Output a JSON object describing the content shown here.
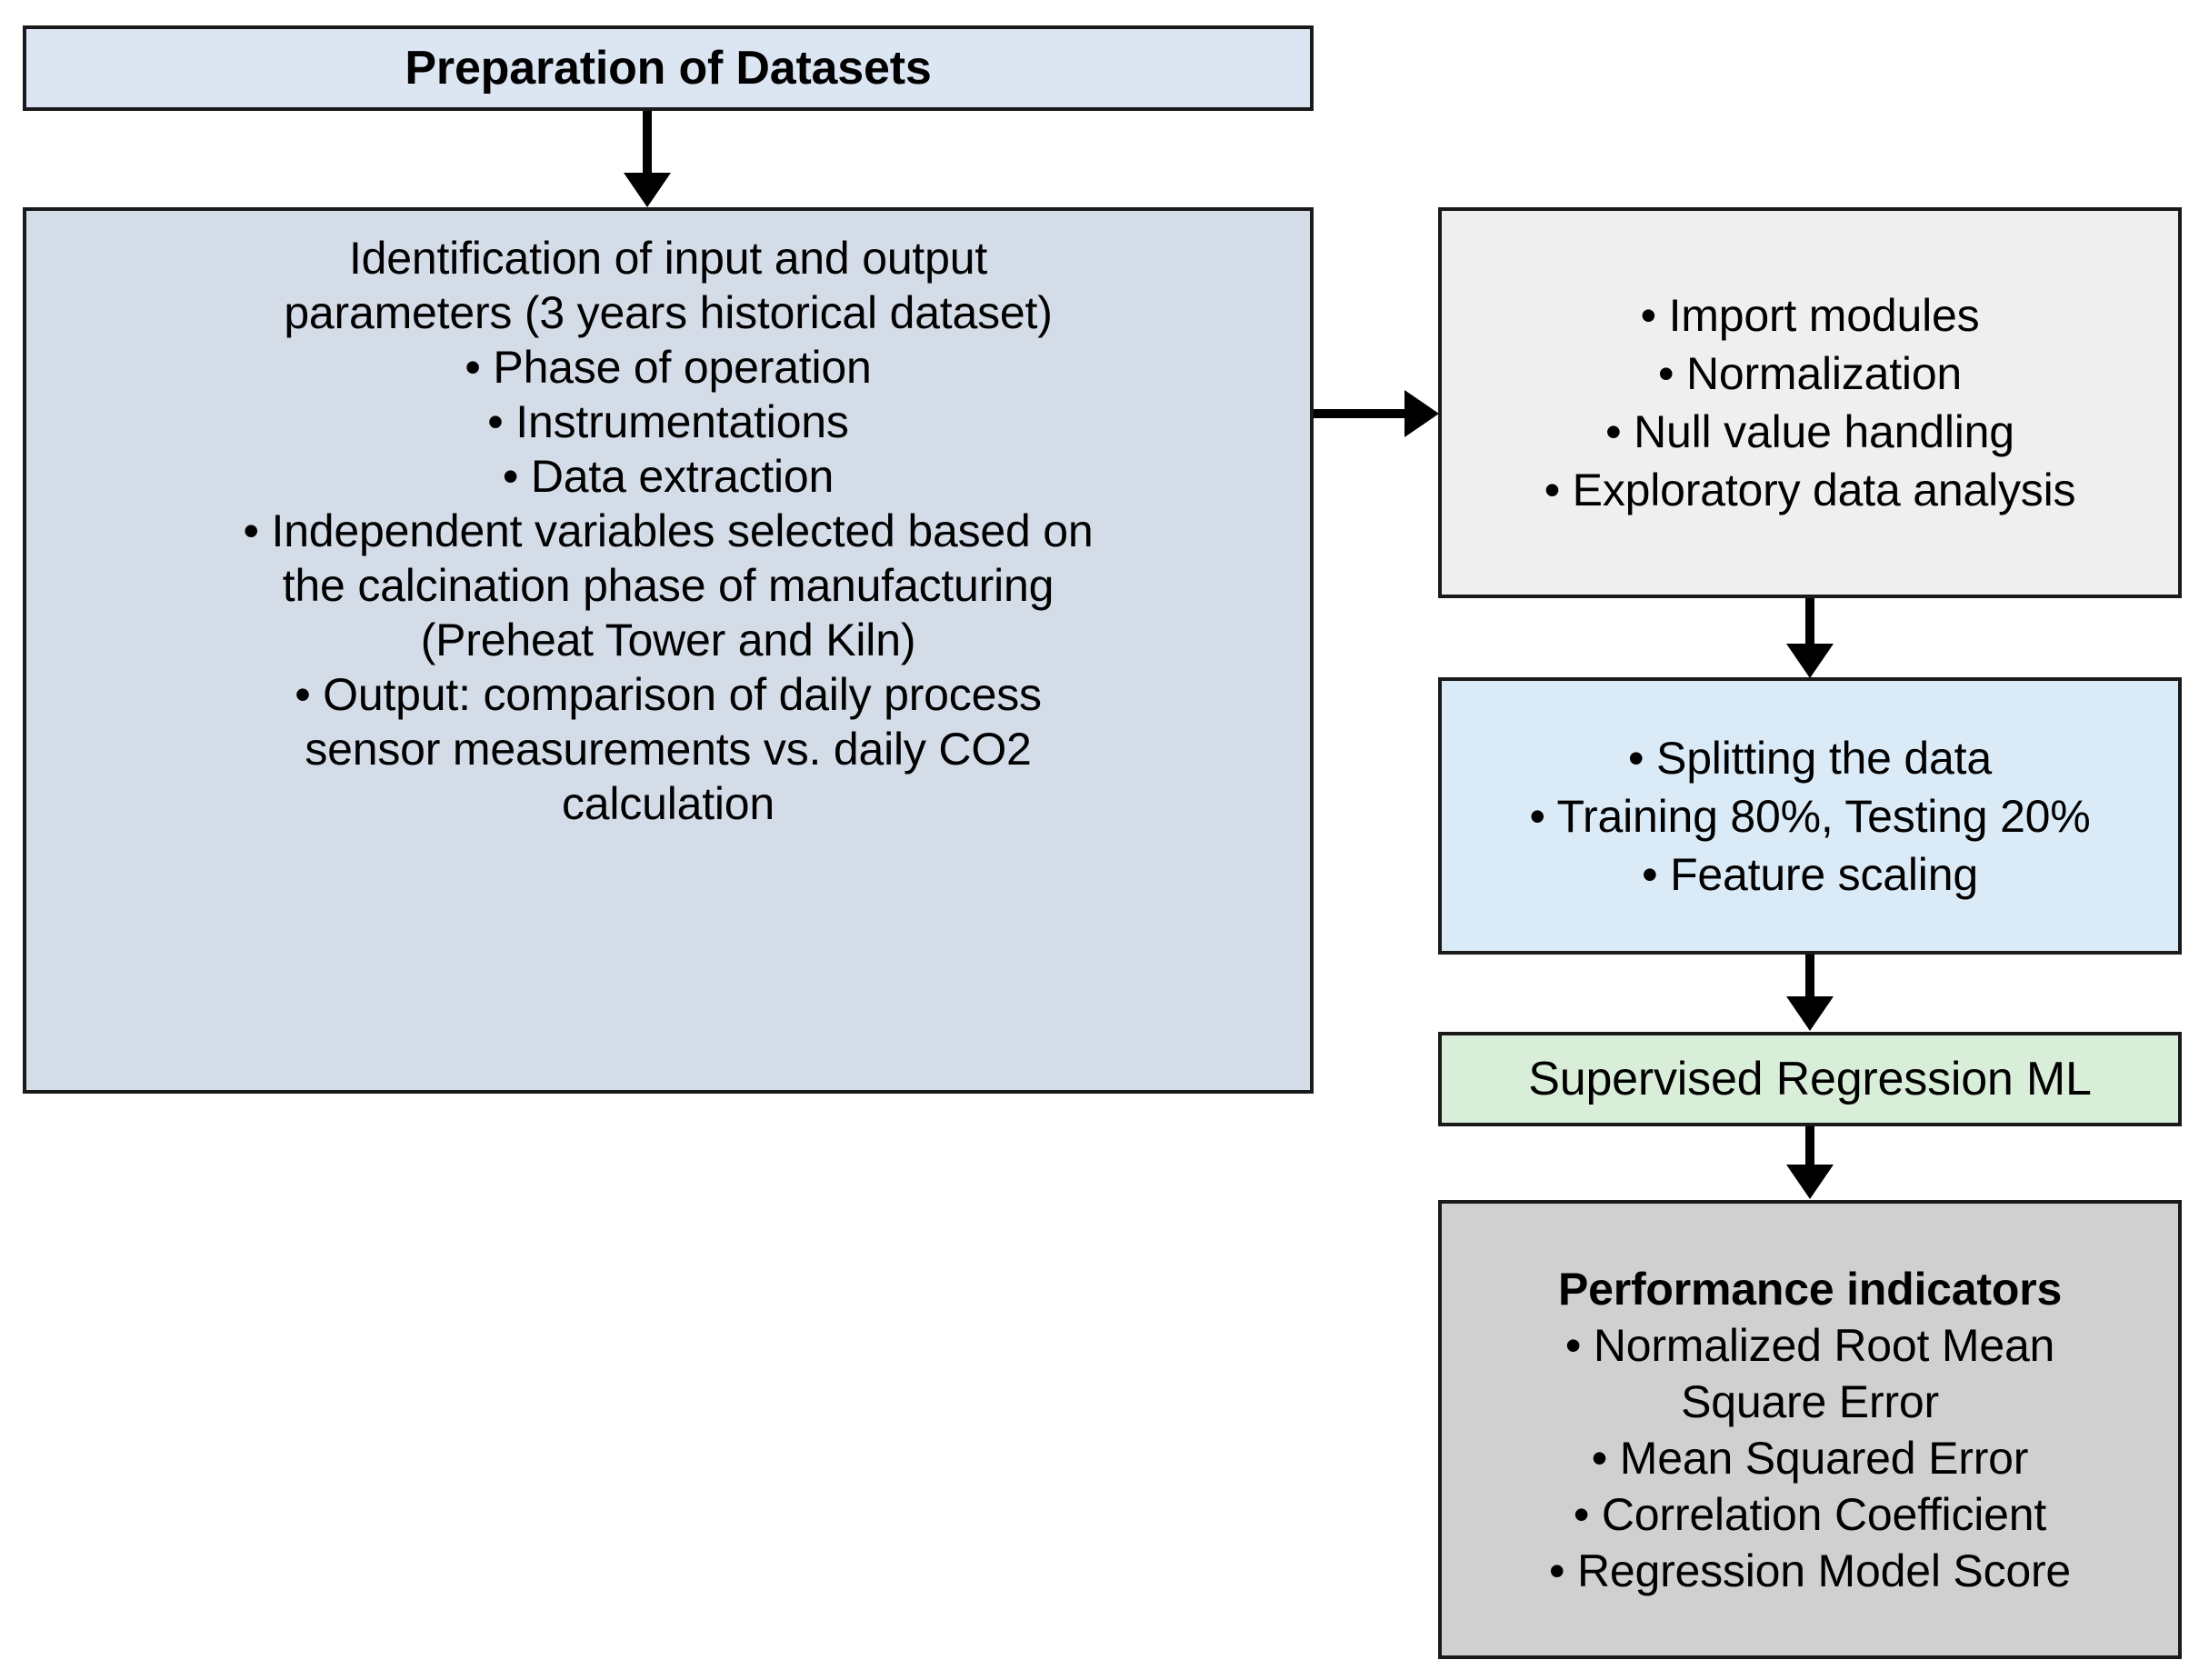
{
  "diagram": {
    "title_box": {
      "label": "Preparation of Datasets"
    },
    "datasets_box": {
      "lines": [
        "Identification of input and output",
        "parameters (3 years historical dataset)",
        "• Phase of operation",
        "• Instrumentations",
        "• Data extraction",
        "• Independent variables selected based on",
        "the calcination phase of manufacturing",
        "(Preheat Tower and Kiln)",
        "• Output: comparison of daily process",
        "sensor measurements vs. daily CO2",
        "calculation"
      ]
    },
    "preprocess_box": {
      "lines": [
        "• Import modules",
        "• Normalization",
        "• Null value handling",
        "• Exploratory data analysis"
      ]
    },
    "split_box": {
      "lines": [
        "• Splitting the data",
        "• Training 80%, Testing 20%",
        "• Feature scaling"
      ]
    },
    "model_box": {
      "label": "Supervised Regression ML"
    },
    "metrics_box": {
      "heading": "Performance indicators",
      "lines": [
        "• Normalized Root Mean",
        "Square Error",
        "• Mean Squared Error",
        "• Correlation Coefficient",
        "• Regression Model Score"
      ]
    },
    "colors": {
      "title_box_fill": "#dce6f2",
      "datasets_box_fill": "#d4dce8",
      "preprocess_box_fill": "#efefef",
      "split_box_fill": "#daeaf6",
      "model_box_fill": "#d9eed9",
      "metrics_box_fill": "#d0d0d0",
      "border": "#1a1a1a",
      "arrow": "#000000"
    }
  }
}
